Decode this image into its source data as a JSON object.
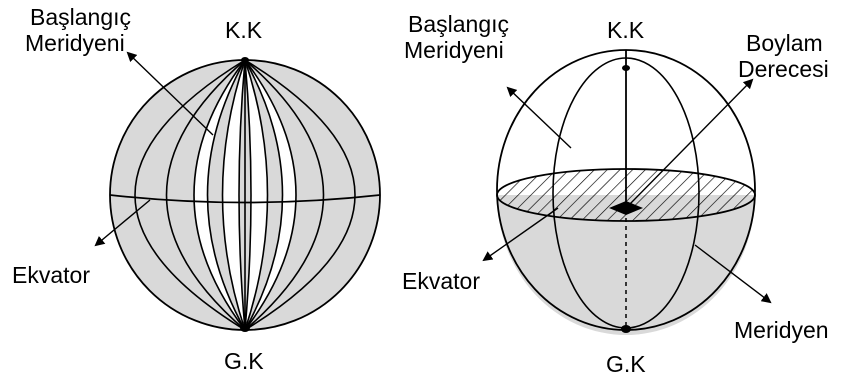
{
  "left_globe": {
    "start_meridian_label": [
      "Başlangıç",
      "Meridyeni"
    ],
    "north_pole_label": "K.K",
    "south_pole_label": "G.K",
    "equator_label": "Ekvator"
  },
  "right_globe": {
    "start_meridian_label": [
      "Başlangıç",
      "Meridyeni"
    ],
    "north_pole_label": "K.K",
    "south_pole_label": "G.K",
    "equator_label": "Ekvator",
    "longitude_degree_label": [
      "Boylam",
      "Derecesi"
    ],
    "meridian_label": "Meridyen"
  },
  "colors": {
    "shade": "#d9d9d9",
    "line": "#000000",
    "background": "#ffffff"
  }
}
